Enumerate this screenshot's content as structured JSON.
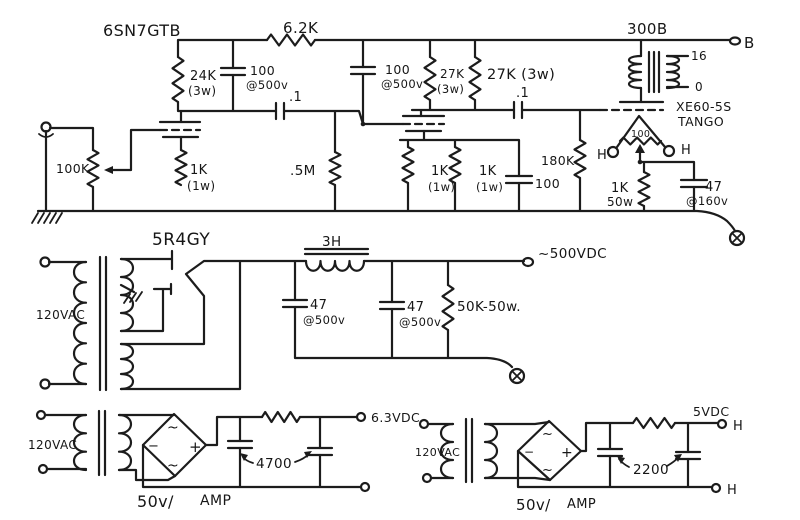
{
  "amp": {
    "driver_tube": "6SN7GTB",
    "rail_resistor": "6.2K",
    "output_tube": "300B",
    "b_plus_terminal": "B",
    "plate_resistor_1": "24K",
    "plate_resistor_1_watt": "(3w)",
    "decoupling_cap_1": "100",
    "decoupling_cap_1_rating": "@500v",
    "decoupling_cap_2": "100",
    "decoupling_cap_2_rating": "@500v",
    "coupling_cap_1": ".1",
    "coupling_cap_2": ".1",
    "volume_pot": "100K",
    "cathode_resistor_1": "1K",
    "cathode_resistor_1_watt": "(1w)",
    "grid_resistor": ".5M",
    "plate_resistor_2a": "27K",
    "plate_resistor_2a_watt": "(3w)",
    "plate_resistor_2b": "27K (3w)",
    "cathode_resistor_2a": "1K",
    "cathode_resistor_2a_watt": "(1w)",
    "cathode_resistor_2b": "1K",
    "cathode_resistor_2b_watt": "(1w)",
    "cathode_cap_2": "100",
    "grid_resistor_300b": "180K",
    "opt_model": "XE60-5S",
    "opt_brand": "TANGO",
    "opt_tap_16": "16",
    "opt_tap_0": "0",
    "hum_pot": "100",
    "heater_left": "H",
    "heater_right": "H",
    "cathode_resistor_300b": "1K",
    "cathode_resistor_300b_watt": "50w",
    "cathode_cap_300b": "47",
    "cathode_cap_300b_rating": "@160v"
  },
  "hv_supply": {
    "rectifier_tube": "5R4GY",
    "ac_input": "120VAC",
    "choke": "3H",
    "filter_cap_1": "47",
    "filter_cap_1_rating": "@500v",
    "filter_cap_2": "47",
    "filter_cap_2_rating": "@500v",
    "bleeder_resistor": "50K-50w.",
    "dc_output": "~500VDC"
  },
  "heater_supply_63": {
    "ac_input": "120VAC",
    "ac_mark_top": "~",
    "minus_mark": "−",
    "plus_mark": "+",
    "ac_mark_bottom": "~",
    "filter_caps": "4700",
    "dc_output": "6.3VDC",
    "rating_volts": "50v/",
    "rating_amps": "AMP"
  },
  "heater_supply_5": {
    "ac_input": "120VAC",
    "ac_mark_top": "~",
    "minus_mark": "−",
    "plus_mark": "+",
    "ac_mark_bottom": "~",
    "filter_caps": "2200",
    "dc_output": "5VDC",
    "h_top": "H",
    "h_bottom": "H",
    "rating_volts": "50v/",
    "rating_amps": "AMP"
  }
}
